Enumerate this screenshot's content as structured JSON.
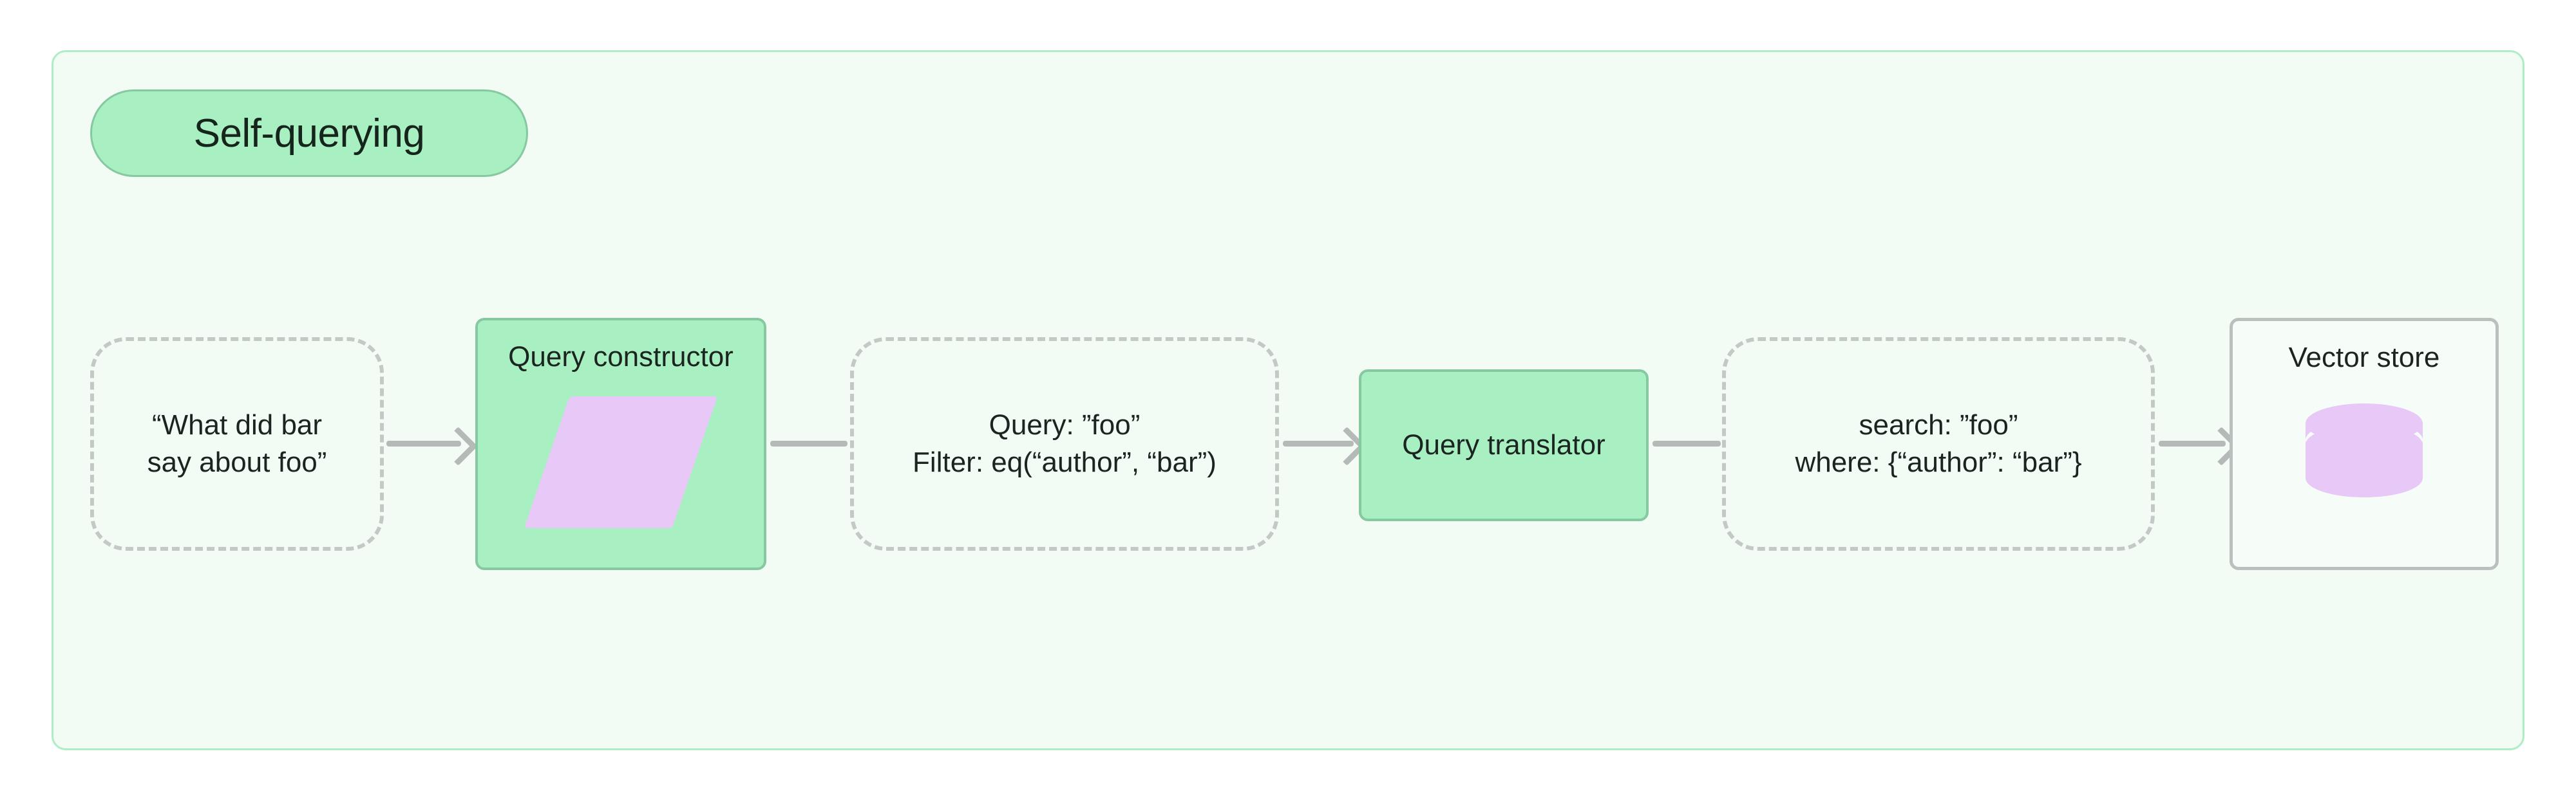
{
  "diagram": {
    "title": "Self-querying",
    "container": {
      "background_color": "#f3fbf5",
      "border_color": "#aeeec6"
    },
    "accent_colors": {
      "process_fill": "#a8f0c2",
      "process_border": "#86c9a0",
      "glyph_purple": "#e8c8f7",
      "edge_gray": "#b5bab8",
      "dashed_border": "#c2c9c6",
      "store_border": "#b9c0bd"
    },
    "nodes": {
      "question": {
        "kind": "dashed-data",
        "line1": "“What did bar",
        "line2": "say about foo”"
      },
      "query_constructor": {
        "kind": "process",
        "label": "Query constructor",
        "glyph": "parallelogram-icon"
      },
      "structured_query": {
        "kind": "dashed-data",
        "line1": "Query: ”foo”",
        "line2": "Filter: eq(“author”, “bar”)"
      },
      "query_translator": {
        "kind": "process",
        "label": "Query translator"
      },
      "translated_query": {
        "kind": "dashed-data",
        "line1": "search: ”foo”",
        "line2": "where: {“author”: “bar”}"
      },
      "vector_store": {
        "kind": "store",
        "label": "Vector store",
        "glyph": "database-cylinder-icon"
      }
    },
    "edges": [
      {
        "from": "question",
        "to": "query_constructor",
        "arrowhead": true
      },
      {
        "from": "query_constructor",
        "to": "structured_query",
        "arrowhead": false
      },
      {
        "from": "structured_query",
        "to": "query_translator",
        "arrowhead": true
      },
      {
        "from": "query_translator",
        "to": "translated_query",
        "arrowhead": false
      },
      {
        "from": "translated_query",
        "to": "vector_store",
        "arrowhead": true
      }
    ]
  }
}
